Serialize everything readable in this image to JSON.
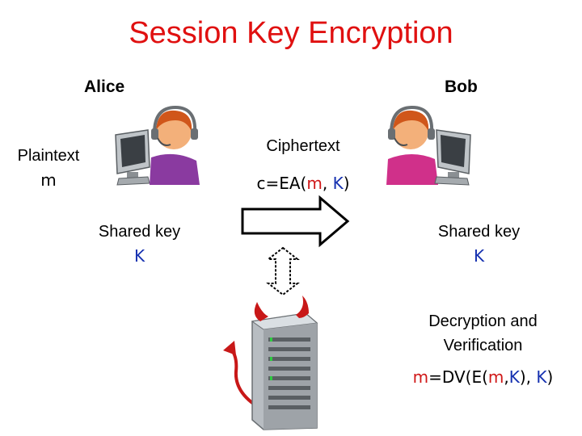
{
  "title": "Session Key Encryption",
  "alice": {
    "name": "Alice",
    "plaintext_label": "Plaintext",
    "plaintext_var": "m",
    "shared_key_label": "Shared key",
    "shared_key_var": "K"
  },
  "bob": {
    "name": "Bob",
    "shared_key_label": "Shared key",
    "shared_key_var": "K",
    "decryption_line1": "Decryption and",
    "decryption_line2": "Verification"
  },
  "ciphertext": {
    "label": "Ciphertext",
    "formula_prefix": "c=EA(",
    "formula_m": "m",
    "formula_sep": ", ",
    "formula_k": "K",
    "formula_suffix": ")"
  },
  "recovery": {
    "prefix": "m",
    "mid": "=DV(E(",
    "m": "m",
    "comma": ",",
    "k1": "K",
    "mid2": "), ",
    "k2": "K",
    "suffix": ")"
  },
  "icons": {
    "alice": "user-headset-computer-icon",
    "bob": "user-headset-computer-icon",
    "attacker": "devil-server-icon"
  },
  "colors": {
    "title": "#e01010",
    "var_red": "#d01818",
    "var_blue": "#1530b0",
    "alice_shirt": "#8a3aa0",
    "bob_shirt": "#d0308a"
  }
}
